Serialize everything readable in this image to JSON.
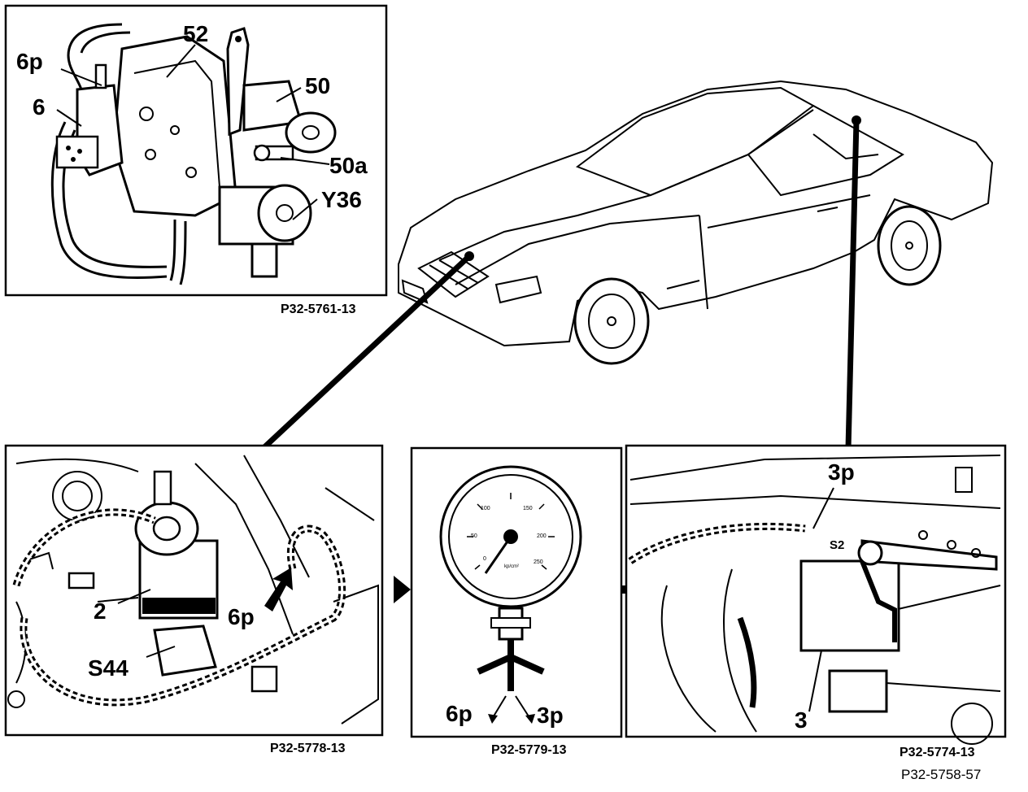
{
  "figure_ref": "P32-5758-57",
  "panels": {
    "top_left": {
      "figure_ref": "P32-5761-13",
      "callouts": {
        "c6p": "6p",
        "c6": "6",
        "c52": "52",
        "c50": "50",
        "c50a": "50a",
        "cy36": "Y36"
      }
    },
    "bottom_left": {
      "figure_ref": "P32-5778-13",
      "callouts": {
        "c2": "2",
        "c6p": "6p",
        "cs44": "S44"
      }
    },
    "bottom_middle": {
      "figure_ref": "P32-5779-13",
      "callouts": {
        "c6p": "6p",
        "c3p": "3p"
      },
      "gauge": {
        "scale": [
          "0",
          "50",
          "100",
          "150",
          "200",
          "250"
        ],
        "unit": "kp/cm²"
      }
    },
    "bottom_right": {
      "figure_ref": "P32-5774-13",
      "callouts": {
        "c3p": "3p",
        "cs2": "S2",
        "c3": "3"
      }
    }
  },
  "colors": {
    "ink": "#000000",
    "paper": "#ffffff"
  }
}
